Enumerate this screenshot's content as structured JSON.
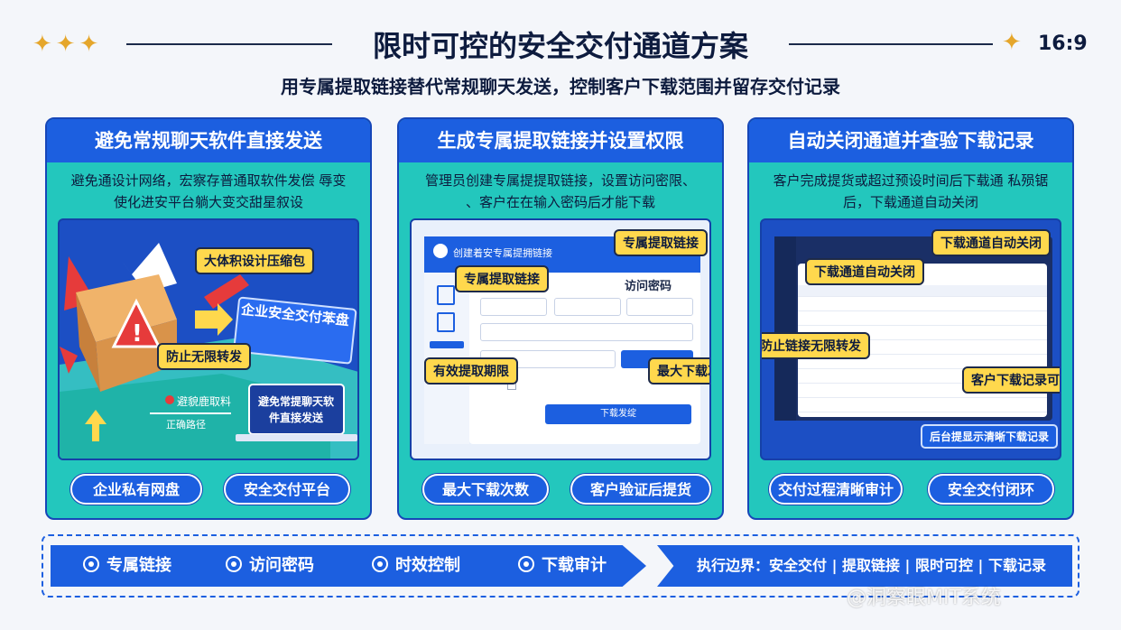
{
  "header": {
    "stars_left": "✦✦✦",
    "title": "限时可控的安全交付通道方案",
    "star_right": "✦",
    "ratio": "16:9",
    "subtitle": "用专属提取链接替代常规聊天发送，控制客户下载范围并留存交付记录"
  },
  "cards": [
    {
      "title": "避免常规聊天软件直接发送",
      "desc": "避免通设计网络，宏察存普通取软件发偿 辱变使化进安平台躺大变交甜星叙设",
      "tags": [
        "大体积设计压缩包",
        "企业安全交付苯盘",
        "防止无限转发",
        "避免常提聊天软 件直接发送"
      ],
      "mini_labels": [
        "避貌鹿取料",
        "正确路径"
      ],
      "pills": [
        "企业私有网盘",
        "安全交付平台"
      ]
    },
    {
      "title": "生成专属提取链接并设置权限",
      "desc": "管理员创建专属提提取链接，设置访问密限、 、客户在在输入密码后才能下载",
      "window_title": "创建着安专属提拥链接",
      "access_label": "访问密码",
      "button_label": "下载发绽",
      "tags": [
        "专属提取链接",
        "专属提取链接",
        "有效提取期限",
        "最大下载次数"
      ],
      "pills": [
        "最大下载次数",
        "客户验证后提货"
      ]
    },
    {
      "title": "自动关闭通道并查验下载记录",
      "desc": "客户完成提货或超过预设时间后下载通 私殒锯后，下载通道自动关闭",
      "tags": [
        "下载通道自动关闭",
        "下载通道自动关闭",
        "防止链接无限转发",
        "客户下载记录可查",
        "后台提显示清晰下载记录"
      ],
      "pills": [
        "交付过程清晰审计",
        "安全交付闭环"
      ]
    }
  ],
  "bottom": {
    "items": [
      "专属链接",
      "访问密码",
      "时效控制",
      "下载审计"
    ],
    "boundary": "执行边界：安全交付 | 提取链接 | 限时可控 | 下载记录"
  },
  "watermark": "@洞察眼MIT系统",
  "colors": {
    "primary": "#1c5fe0",
    "teal": "#23c7bd",
    "tag": "#ffd84d",
    "star": "#e5a62b"
  }
}
